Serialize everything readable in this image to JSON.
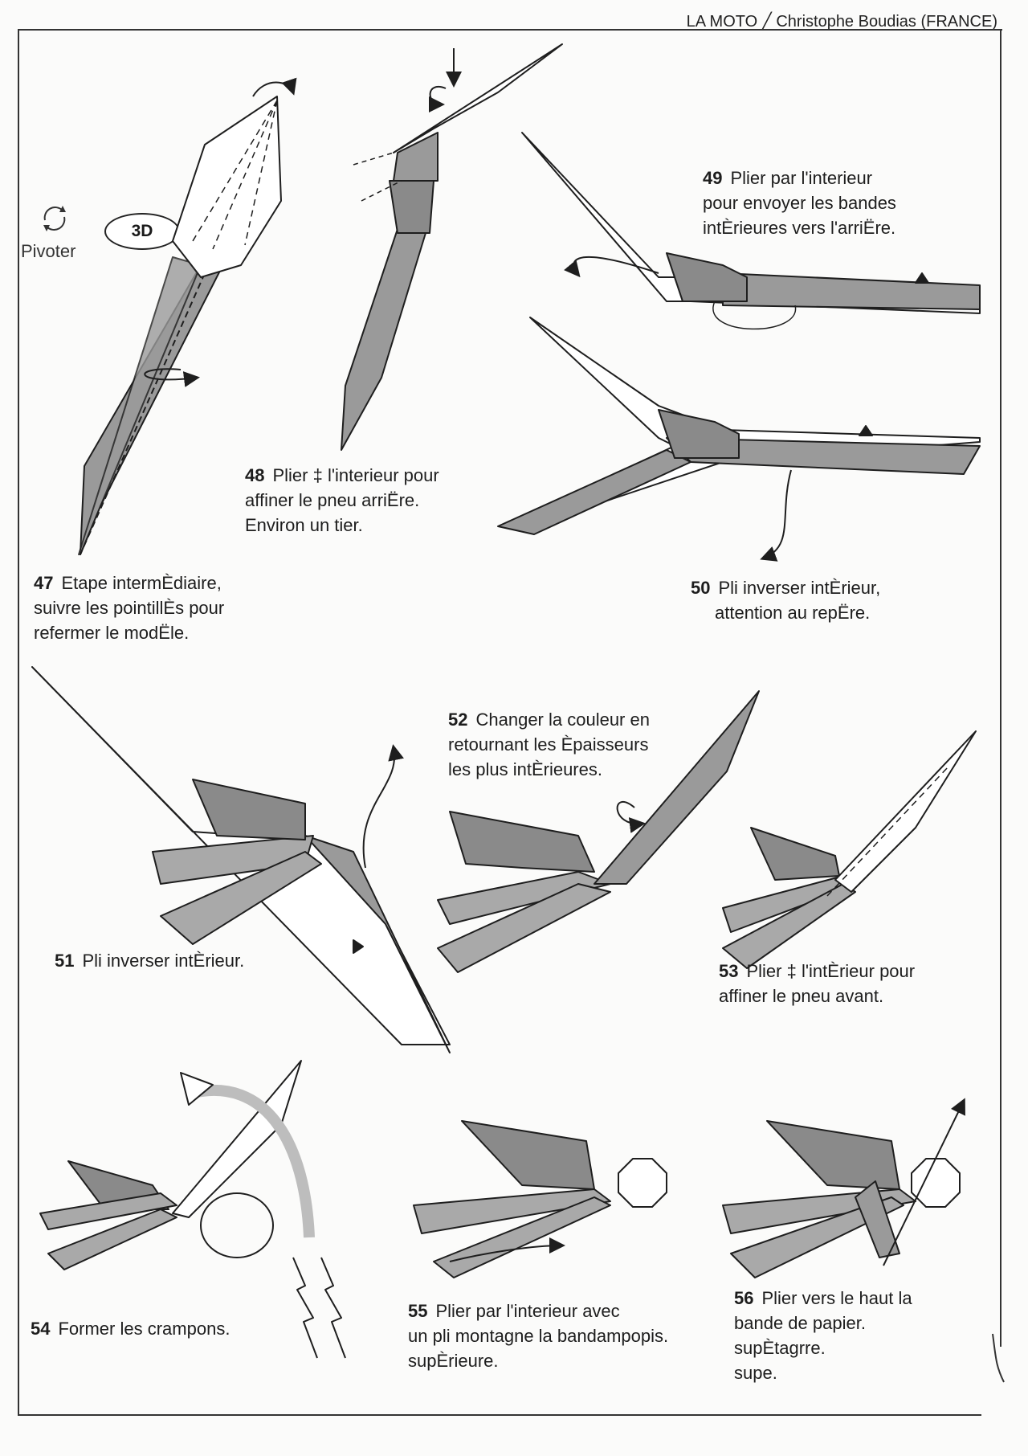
{
  "header": {
    "title": "LA MOTO ╱ Christophe Boudias (FRANCE)"
  },
  "rotate": {
    "label": "Pivoter",
    "badge": "3D"
  },
  "steps": [
    {
      "num": "47",
      "lines": [
        "Etape intermÈdiaire,",
        "suivre les pointillÈs pour",
        "refermer le modËle."
      ]
    },
    {
      "num": "48",
      "lines": [
        "Plier ‡ l'interieur pour",
        "affiner le pneu arriËre.",
        "Environ un tier."
      ]
    },
    {
      "num": "49",
      "lines": [
        "Plier par l'interieur",
        "pour envoyer les bandes",
        "intÈrieures vers l'arriËre."
      ]
    },
    {
      "num": "50",
      "lines": [
        "Pli inverser intÈrieur,",
        "attention au repËre."
      ]
    },
    {
      "num": "51",
      "lines": [
        "Pli inverser intÈrieur."
      ]
    },
    {
      "num": "52",
      "lines": [
        "Changer la couleur en",
        "retournant les Èpaisseurs",
        "les plus intÈrieures."
      ]
    },
    {
      "num": "53",
      "lines": [
        "Plier ‡ l'intÈrieur pour",
        "affiner le pneu avant."
      ]
    },
    {
      "num": "54",
      "lines": [
        "Former les crampons."
      ]
    },
    {
      "num": "55",
      "lines": [
        "Plier par l'interieur avec",
        "un pli montagne la bandampopis.",
        "supÈrieure."
      ]
    },
    {
      "num": "56",
      "lines": [
        "Plier vers le haut la",
        "bande de papier.",
        "supÈtagrre.",
        "supe."
      ]
    }
  ],
  "colors": {
    "paper_shade": "#9a9a9a",
    "paper_white": "#ffffff",
    "line": "#1e1e1e"
  }
}
